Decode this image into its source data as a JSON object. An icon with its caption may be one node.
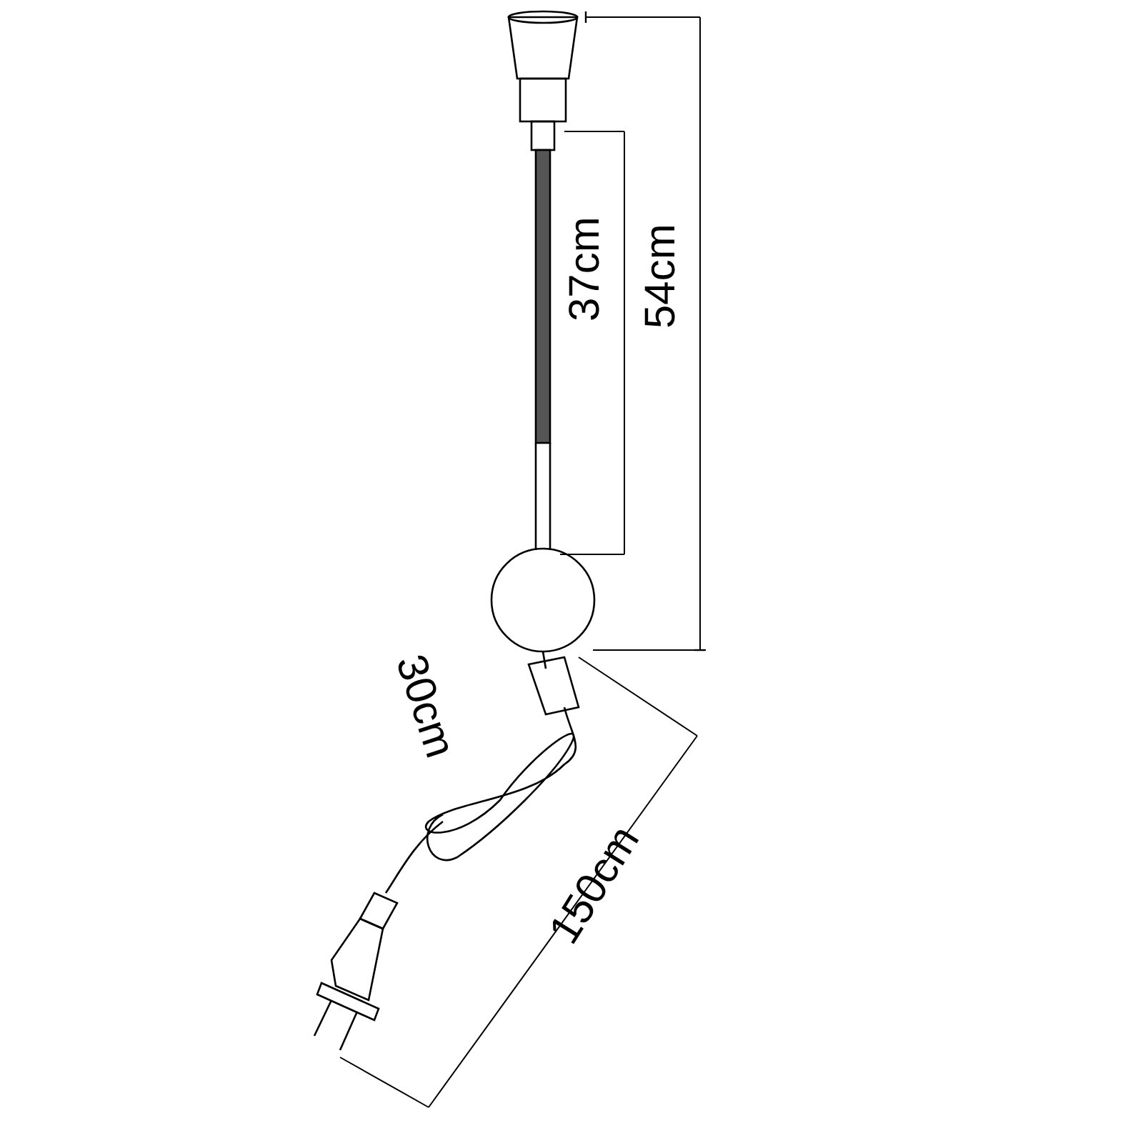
{
  "diagram": {
    "labels": [
      "37cm",
      "54cm",
      "30cm",
      "150cm"
    ]
  }
}
